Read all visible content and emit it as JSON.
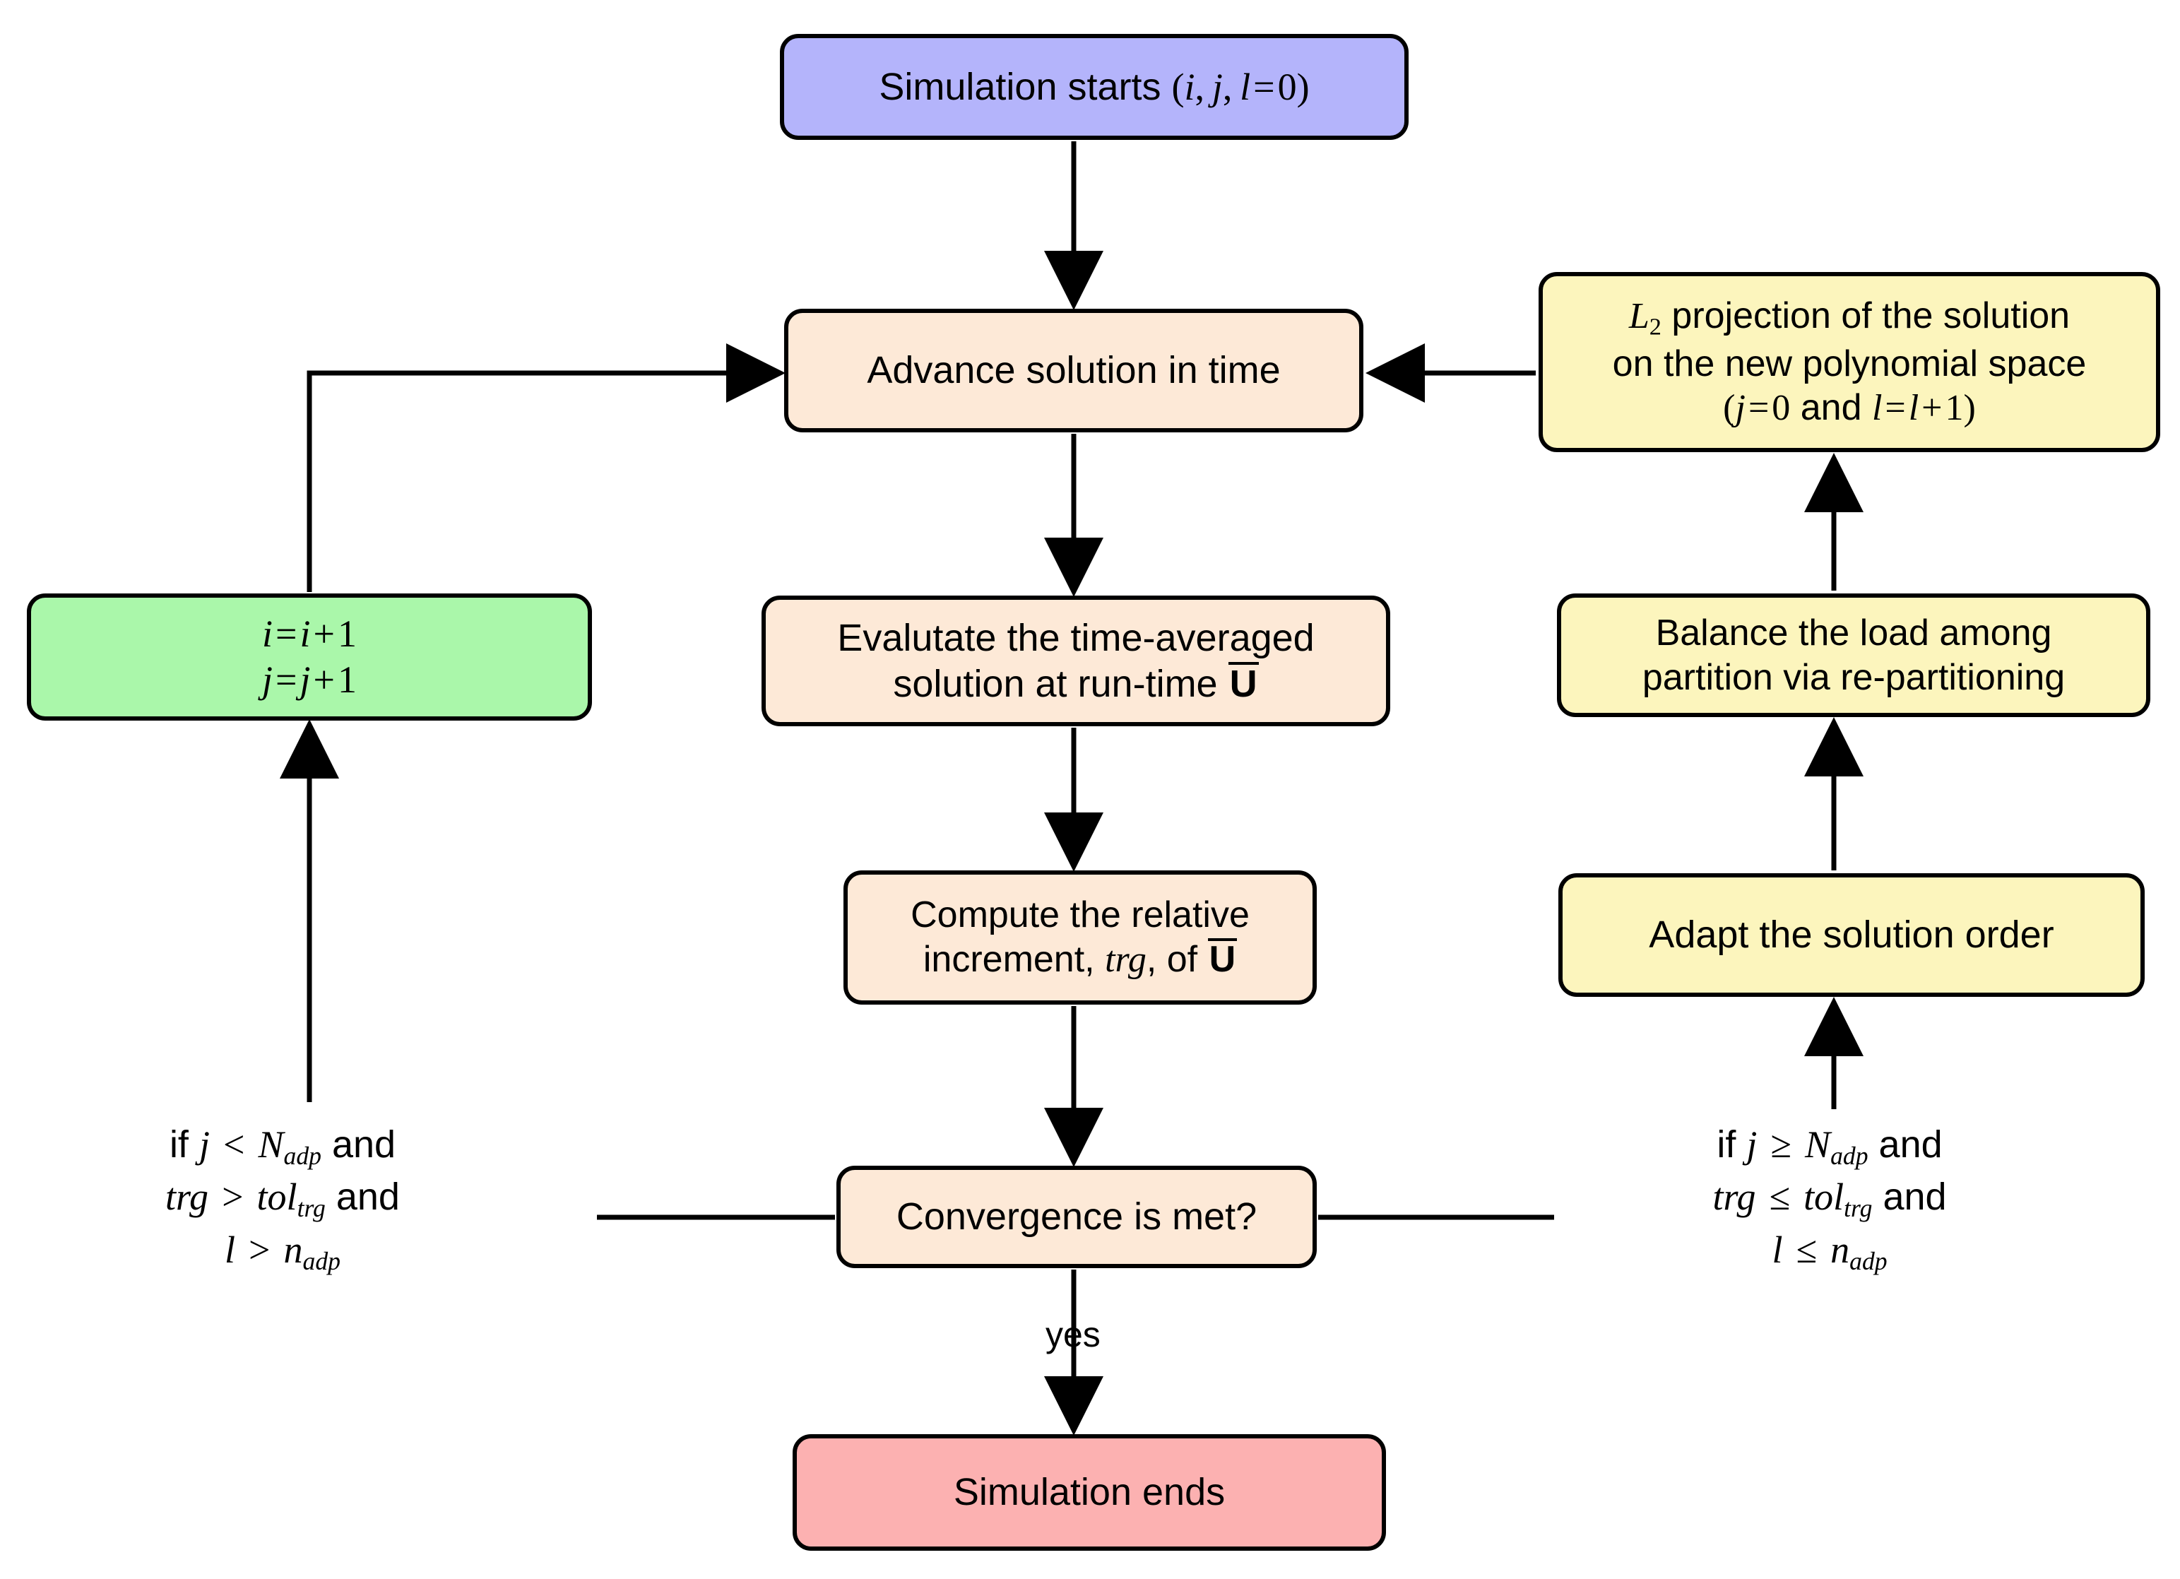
{
  "diagram": {
    "title": "Adaptive simulation flowchart",
    "colors": {
      "start": "#b4b4fb",
      "process": "#fde9d7",
      "adapt": "#fcf5bd",
      "increment": "#aaf7aa",
      "end": "#fcb1b1",
      "stroke": "#000000",
      "background": "#ffffff"
    }
  },
  "nodes": {
    "start": {
      "text": "Simulation starts (i, j, l = 0)"
    },
    "advance": {
      "text": "Advance solution in time"
    },
    "evaluate": {
      "line1": "Evalutate the time-averaged",
      "line2_pre": "solution at run-time",
      "line2_sym": "U"
    },
    "compute": {
      "line1": "Compute the relative",
      "line2_pre": "increment,",
      "line2_var": "trg",
      "line2_mid": ", of",
      "line2_sym": "U"
    },
    "converge": {
      "text": "Convergence is met?"
    },
    "end": {
      "text": "Simulation ends"
    },
    "projection": {
      "line1_pre": "L",
      "line1_sub": "2",
      "line1_post": " projection of the solution",
      "line2": "on the new polynomial space",
      "line3": "(j = 0 and l = l + 1)"
    },
    "balance": {
      "line1": "Balance the load among",
      "line2": "partition via re-partitioning"
    },
    "adapt": {
      "text": "Adapt the solution order"
    },
    "increment": {
      "line1": "i = i + 1",
      "line2": "j = j + 1"
    }
  },
  "conditions": {
    "left": {
      "row1_pre": "if",
      "row1_var": "j",
      "row1_op": "<",
      "row1_sym": "N",
      "row1_sub": "adp",
      "row1_post": "and",
      "row2_var": "trg",
      "row2_op": ">",
      "row2_sym": "tol",
      "row2_sub": "trg",
      "row2_post": "and",
      "row3_var": "l",
      "row3_op": ">",
      "row3_sym": "n",
      "row3_sub": "adp"
    },
    "right": {
      "row1_pre": "if",
      "row1_var": "j",
      "row1_op": "≥",
      "row1_sym": "N",
      "row1_sub": "adp",
      "row1_post": "and",
      "row2_var": "trg",
      "row2_op": "≤",
      "row2_sym": "tol",
      "row2_sub": "trg",
      "row2_post": "and",
      "row3_var": "l",
      "row3_op": "≤",
      "row3_sym": "n",
      "row3_sub": "adp"
    }
  },
  "edge_labels": {
    "yes": "yes"
  }
}
